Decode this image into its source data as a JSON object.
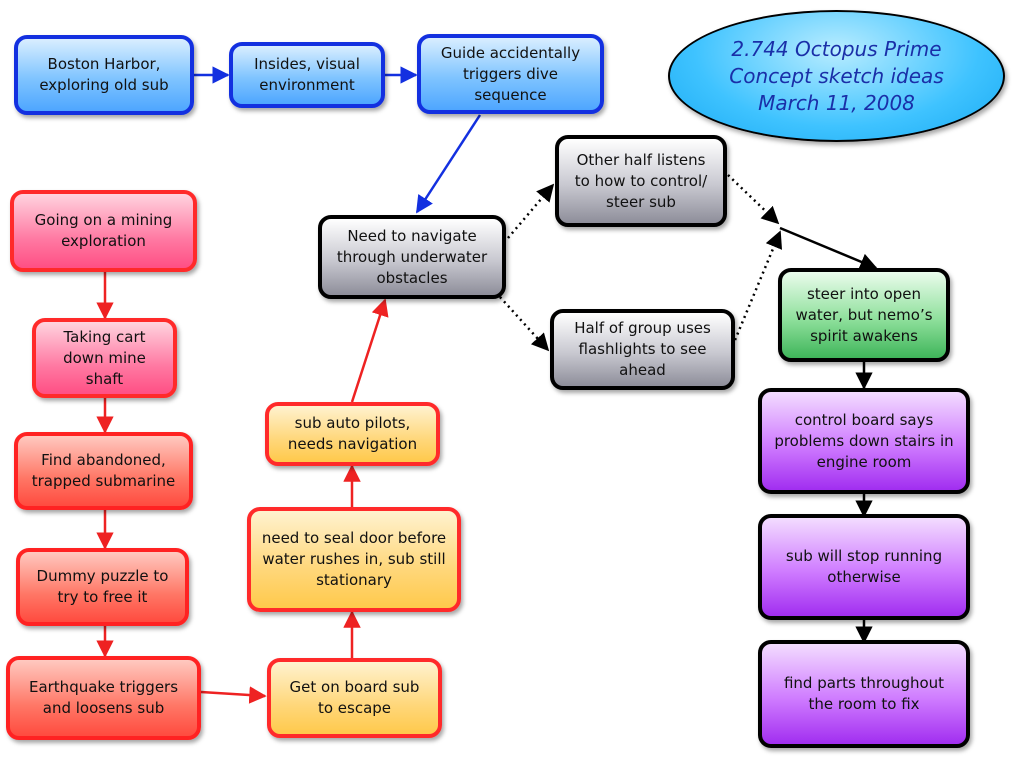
{
  "title": {
    "line1": "2.744 Octopus Prime",
    "line2": "Concept sketch ideas",
    "line3": "March 11, 2008"
  },
  "nodes": {
    "boston_harbor": "Boston Harbor,\nexploring old sub",
    "insides_visual": "Insides, visual\nenvironment",
    "guide_dive": "Guide accidentally\ntriggers dive\nsequence",
    "mining_exploration": "Going on a mining\nexploration",
    "taking_cart": "Taking cart\ndown mine\nshaft",
    "find_abandoned": "Find abandoned,\ntrapped submarine",
    "dummy_puzzle": "Dummy puzzle to\ntry to free it",
    "earthquake": "Earthquake triggers\nand loosens sub",
    "get_on_board": "Get on board sub\nto escape",
    "seal_door": "need to seal door before\nwater rushes in, sub still\nstationary",
    "auto_pilots": "sub auto pilots,\nneeds navigation",
    "navigate": "Need to navigate\nthrough underwater\nobstacles",
    "other_half": "Other half listens\nto how to control/\nsteer sub",
    "half_group": "Half of group uses\nflashlights to see\nahead",
    "steer_open_water": "steer into open\nwater, but nemo’s\nspirit awakens",
    "control_board": "control board says\nproblems down stairs in\nengine room",
    "stop_running": "sub will stop running\notherwise",
    "find_parts": "find parts throughout\nthe room to fix"
  },
  "colors": {
    "blue_border": "#1330e0",
    "red_border": "#ff2222",
    "black_border": "#000000",
    "title_text": "#1a2fa8"
  }
}
